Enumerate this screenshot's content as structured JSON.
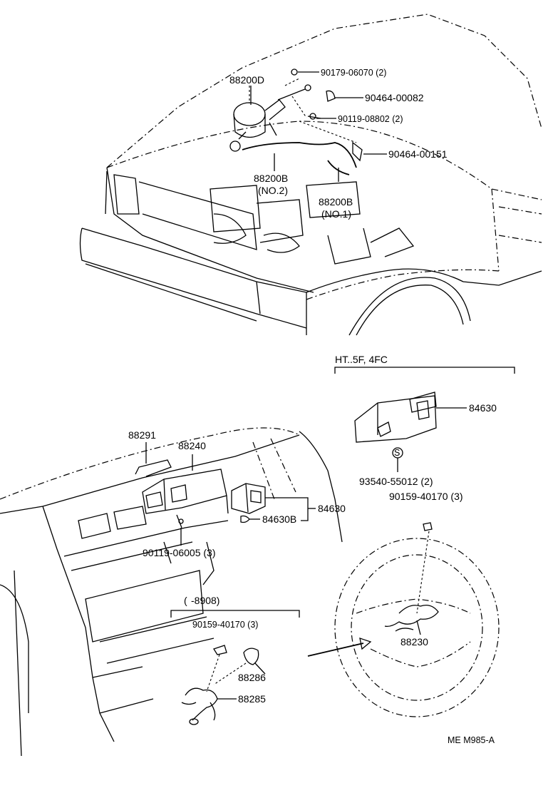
{
  "labels": {
    "cruise_actuator": "88200D",
    "nut": "90179-06070 (2)",
    "clip_a": "90464-00082",
    "bolt_a": "90119-08802 (2)",
    "clamp": "90464-00151",
    "cable_no2": "88200B",
    "cable_no2_sub": "(NO.2)",
    "cable_no1": "88200B",
    "cable_no1_sub": "(NO.1)",
    "variant_header": "HT..5F, 4FC",
    "switch_right": "84630",
    "clip_b": "93540-55012 (2)",
    "screw_a": "90159-40170 (3)",
    "bracket": "88291",
    "computer": "88240",
    "main_switch": "84630",
    "switch_bulb": "84630B",
    "bolt_b": "90119-06005 (3)",
    "date_range": "-8908)",
    "screw_b": "90159-40170 (3)",
    "cover": "88286",
    "wire_harness": "88285",
    "steering_switch": "88230",
    "figure_code": "ME  M985-A"
  }
}
